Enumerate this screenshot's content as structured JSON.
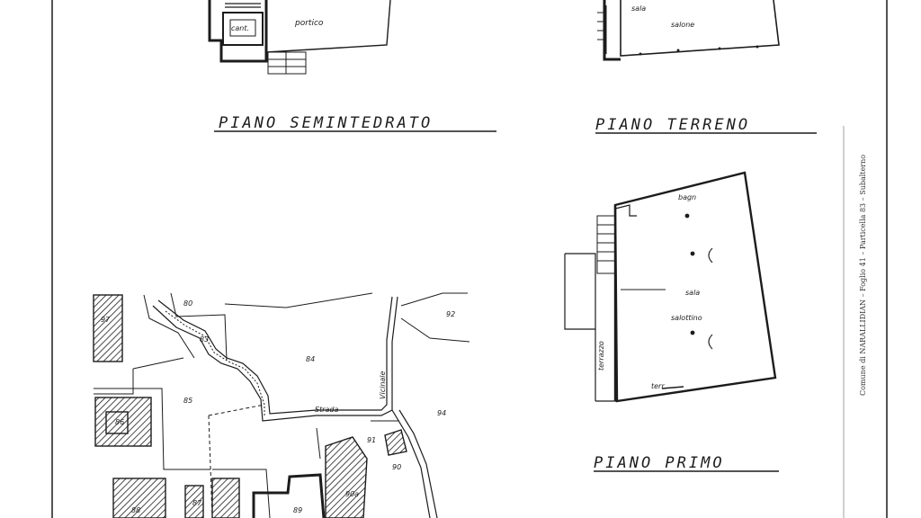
{
  "titles": {
    "semi": "PIANO  SEMINTEDRATO",
    "terreno": "PIANO   TERRENO",
    "primo": "PIANO   PRIMO"
  },
  "rooms": {
    "semi_left": "cant.",
    "semi_portico": "portico",
    "terreno_room": "sala",
    "terreno_hall": "salone",
    "primo_top": "bagn",
    "primo_mid": "sala",
    "primo_main": "salottino",
    "primo_side": "terrazzo",
    "primo_bottom": "terr"
  },
  "map": {
    "parcels": [
      "80",
      "97",
      "83",
      "84",
      "85",
      "86",
      "87",
      "88",
      "89",
      "90",
      "91",
      "92",
      "94",
      "90a"
    ],
    "road_label": "Strada",
    "road_label_2": "Vicinale"
  },
  "margin_note": "Comune di NARALLIDIAN – Foglio 41 – Particella 83 – Subalterno",
  "bottom_text": "~~~~~ ~~~~ ~~~~"
}
